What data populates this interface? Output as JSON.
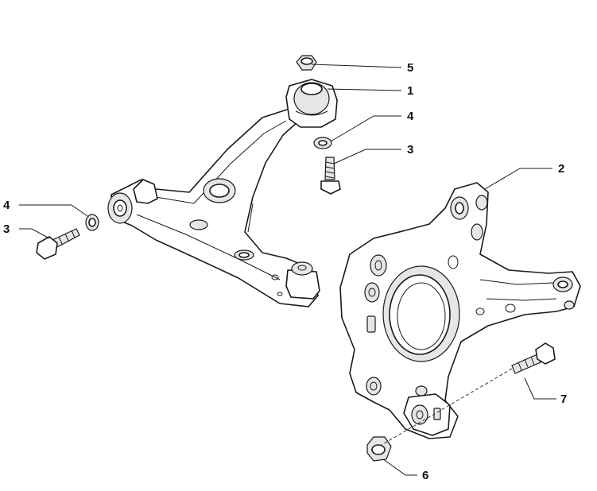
{
  "callouts": [
    {
      "id": "c5",
      "label": "5"
    },
    {
      "id": "c1",
      "label": "1"
    },
    {
      "id": "c4a",
      "label": "4"
    },
    {
      "id": "c3a",
      "label": "3"
    },
    {
      "id": "c2",
      "label": "2"
    },
    {
      "id": "c4b",
      "label": "4"
    },
    {
      "id": "c3b",
      "label": "3"
    },
    {
      "id": "c7",
      "label": "7"
    },
    {
      "id": "c6",
      "label": "6"
    }
  ],
  "colors": {
    "line": "#1a1a1a",
    "shade": "#e6e6e6",
    "background": "#ffffff"
  }
}
